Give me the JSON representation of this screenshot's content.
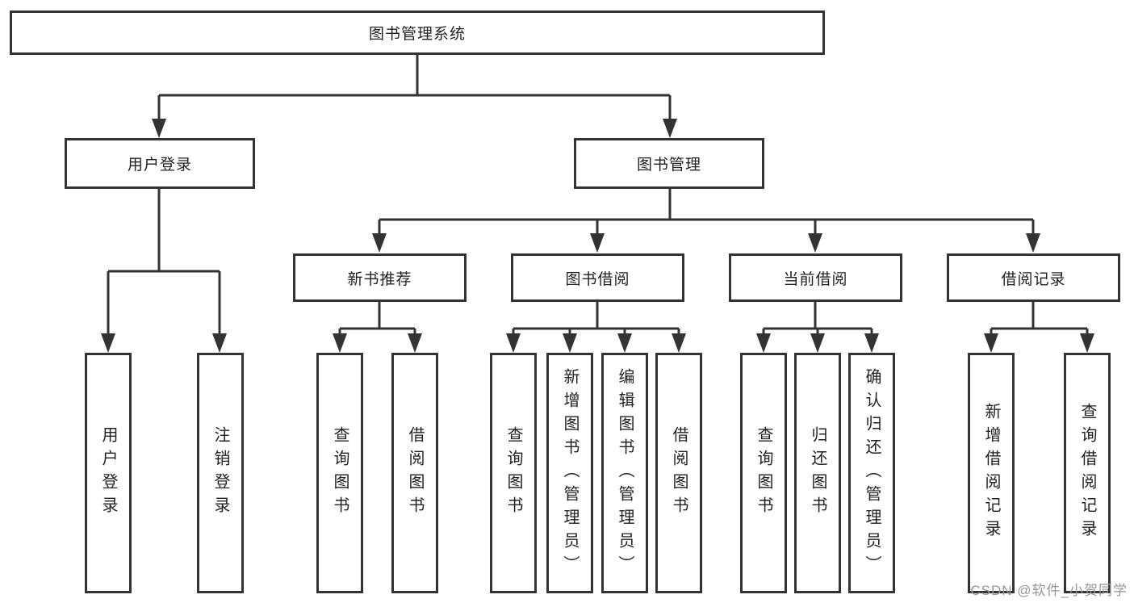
{
  "tree": {
    "label": "图书管理系统",
    "children": [
      {
        "label": "用户登录",
        "children": [
          {
            "label": "用户登录"
          },
          {
            "label": "注销登录"
          }
        ]
      },
      {
        "label": "图书管理",
        "children": [
          {
            "label": "新书推荐",
            "children": [
              {
                "label": "查询图书"
              },
              {
                "label": "借阅图书"
              }
            ]
          },
          {
            "label": "图书借阅",
            "children": [
              {
                "label": "查询图书"
              },
              {
                "label": "新增图书（管理员）"
              },
              {
                "label": "编辑图书（管理员）"
              },
              {
                "label": "借阅图书"
              }
            ]
          },
          {
            "label": "当前借阅",
            "children": [
              {
                "label": "查询图书"
              },
              {
                "label": "归还图书"
              },
              {
                "label": "确认归还（管理员）"
              }
            ]
          },
          {
            "label": "借阅记录",
            "children": [
              {
                "label": "新增借阅记录"
              },
              {
                "label": "查询借阅记录"
              }
            ]
          }
        ]
      }
    ]
  },
  "watermark": {
    "text": "CSDN @软件_小贺同学"
  },
  "colors": {
    "line": "#333333",
    "text": "#222222",
    "watermark": "#969696",
    "background": "#ffffff"
  }
}
